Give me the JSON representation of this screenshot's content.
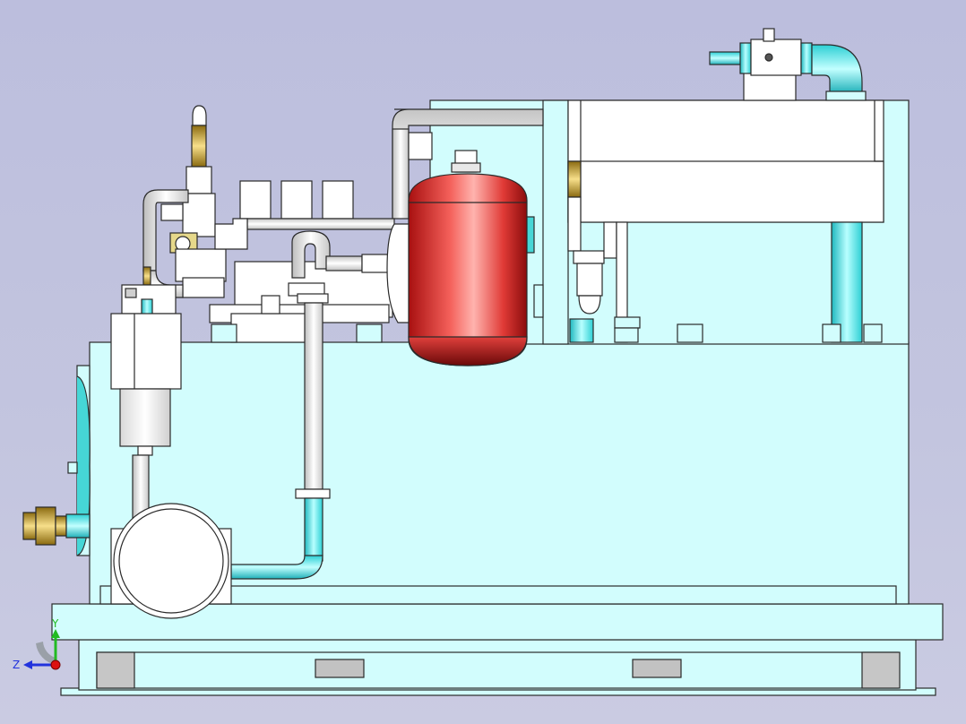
{
  "viewport": {
    "background_color": "#bfc1dc",
    "axis_triad": {
      "y_label": "Y",
      "z_label": "Z",
      "y_color": "#22bb22",
      "z_color": "#2233dd",
      "x_color": "#dd1111"
    }
  },
  "model": {
    "description_icon": "hydraulic-power-unit",
    "colors": {
      "tank": "#d2fdfd",
      "outline": "#2a2a2a",
      "pipe_cyan": "#3fe6e6",
      "pipe_white": "#f4f4f4",
      "accumulator_red": "#e4332f",
      "brass": "#d8b64a"
    }
  }
}
